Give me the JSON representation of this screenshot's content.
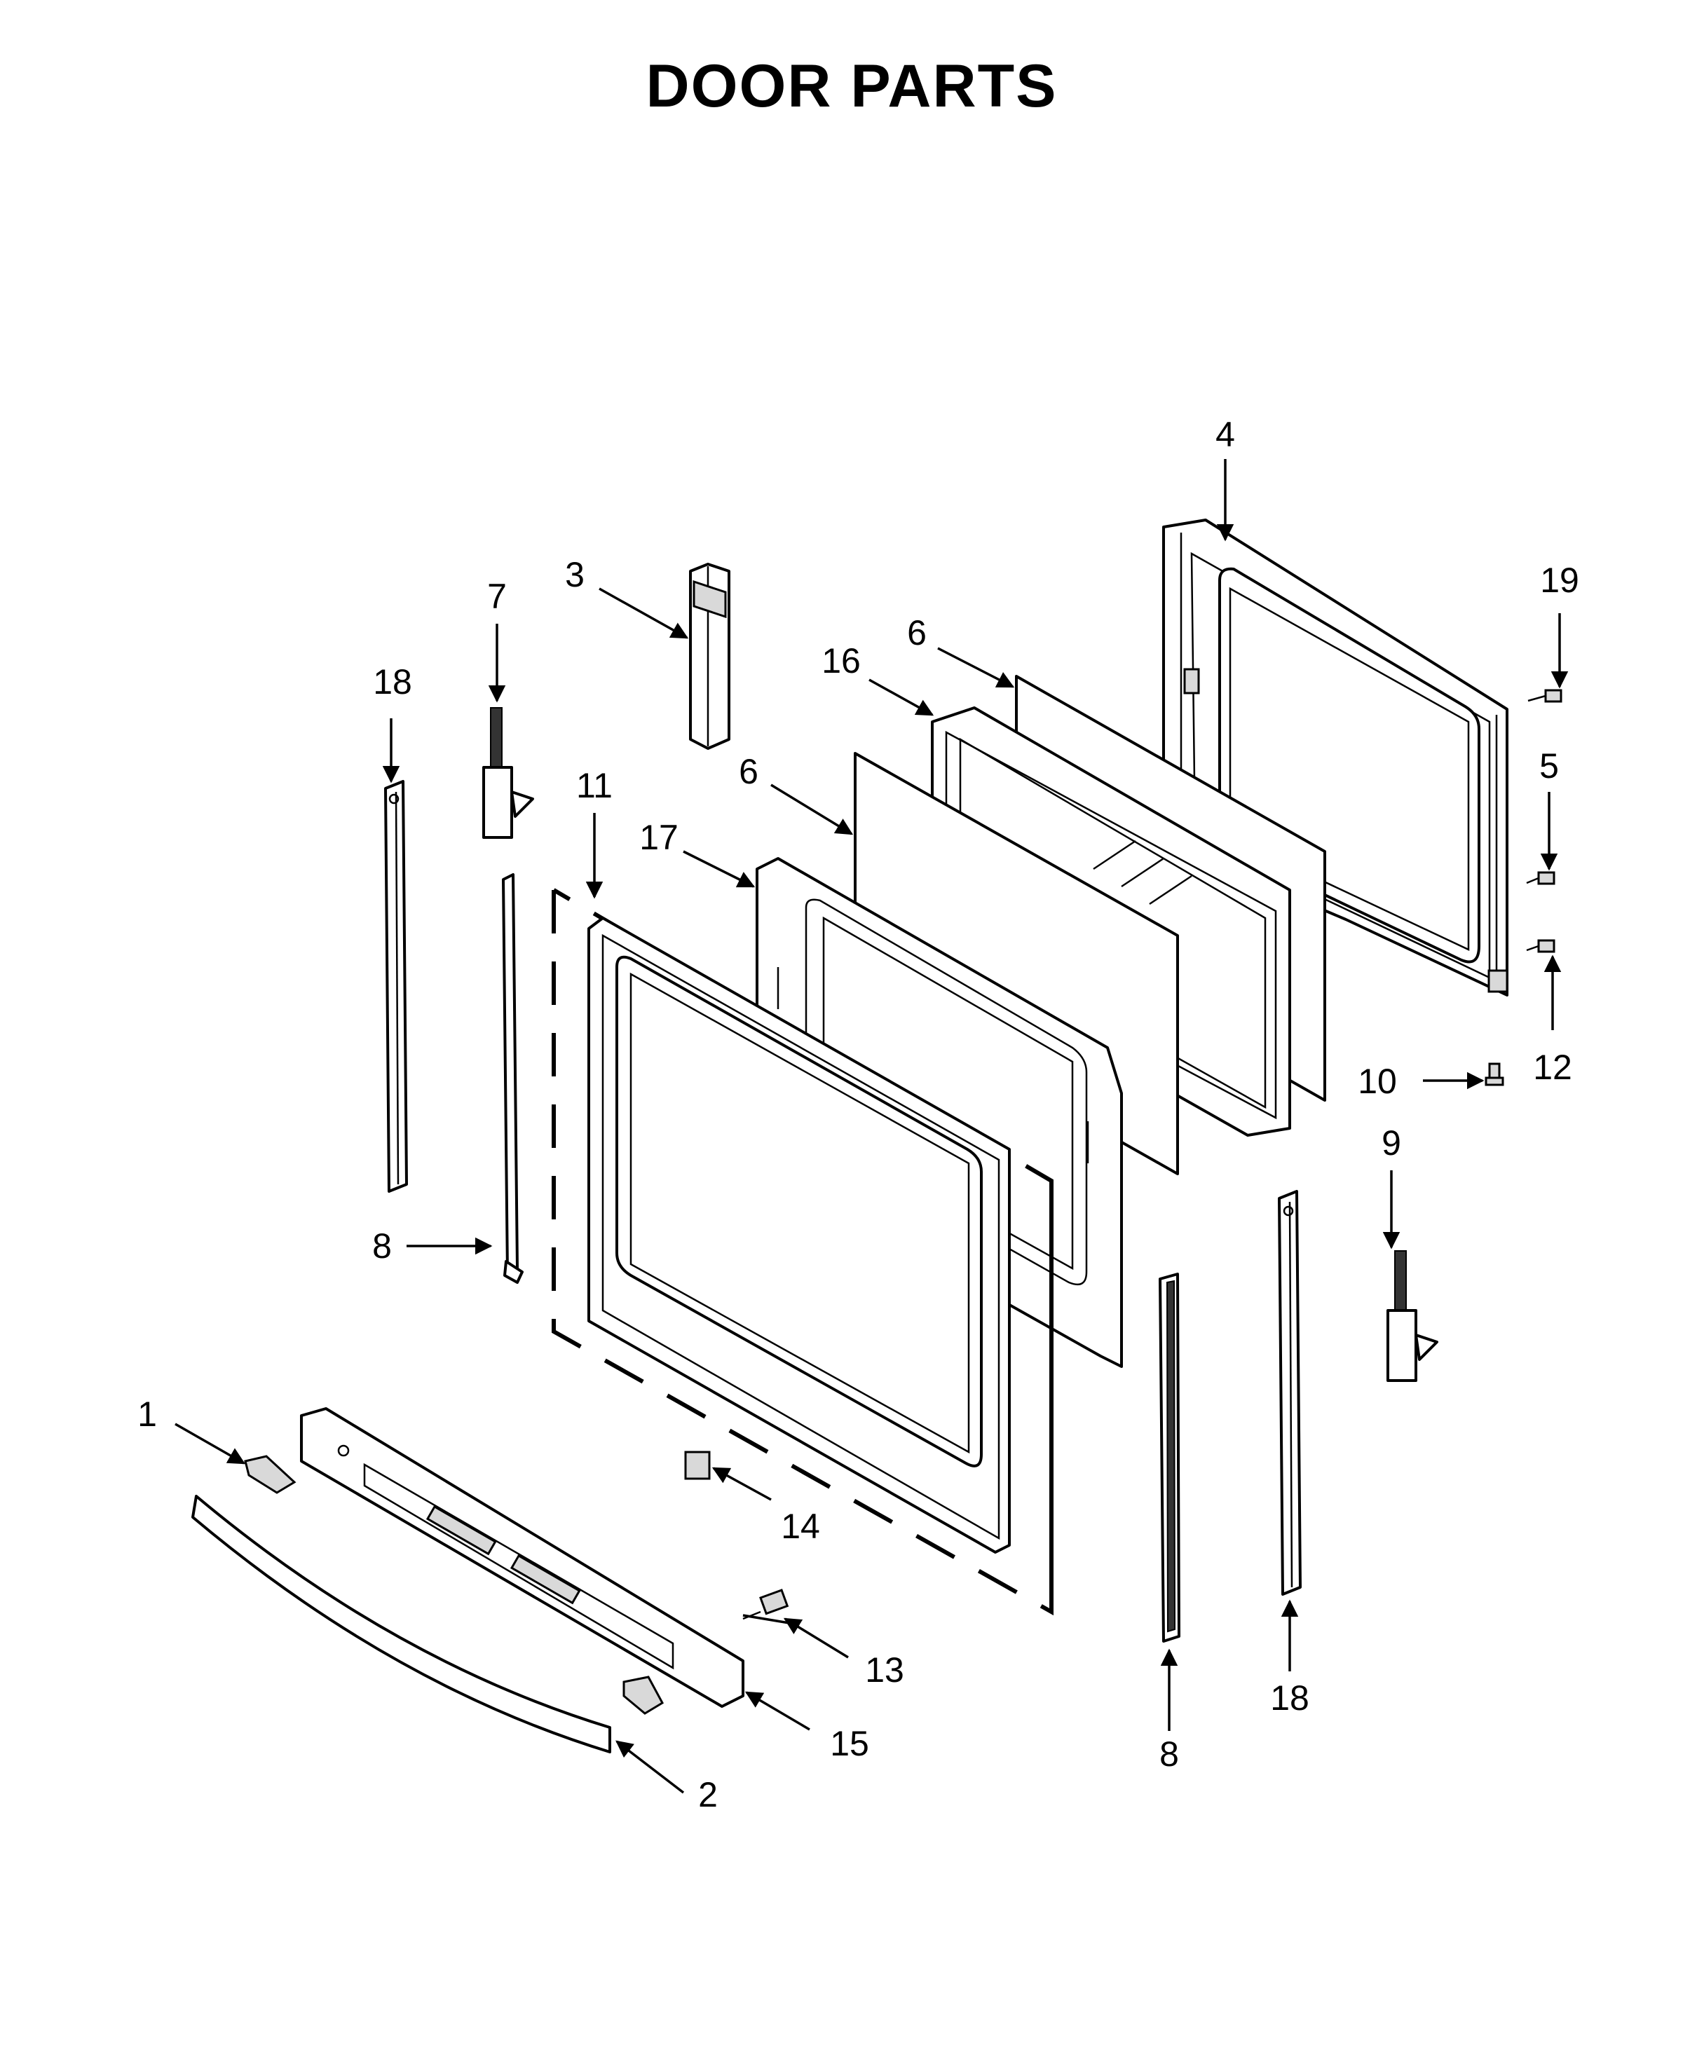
{
  "title": "DOOR PARTS",
  "callouts": {
    "c1": "1",
    "c2": "2",
    "c3": "3",
    "c4": "4",
    "c5": "5",
    "c6a": "6",
    "c6b": "6",
    "c7": "7",
    "c8a": "8",
    "c8b": "8",
    "c9": "9",
    "c10": "10",
    "c11": "11",
    "c12": "12",
    "c13": "13",
    "c14": "14",
    "c15": "15",
    "c16": "16",
    "c17": "17",
    "c18a": "18",
    "c18b": "18",
    "c19": "19"
  }
}
